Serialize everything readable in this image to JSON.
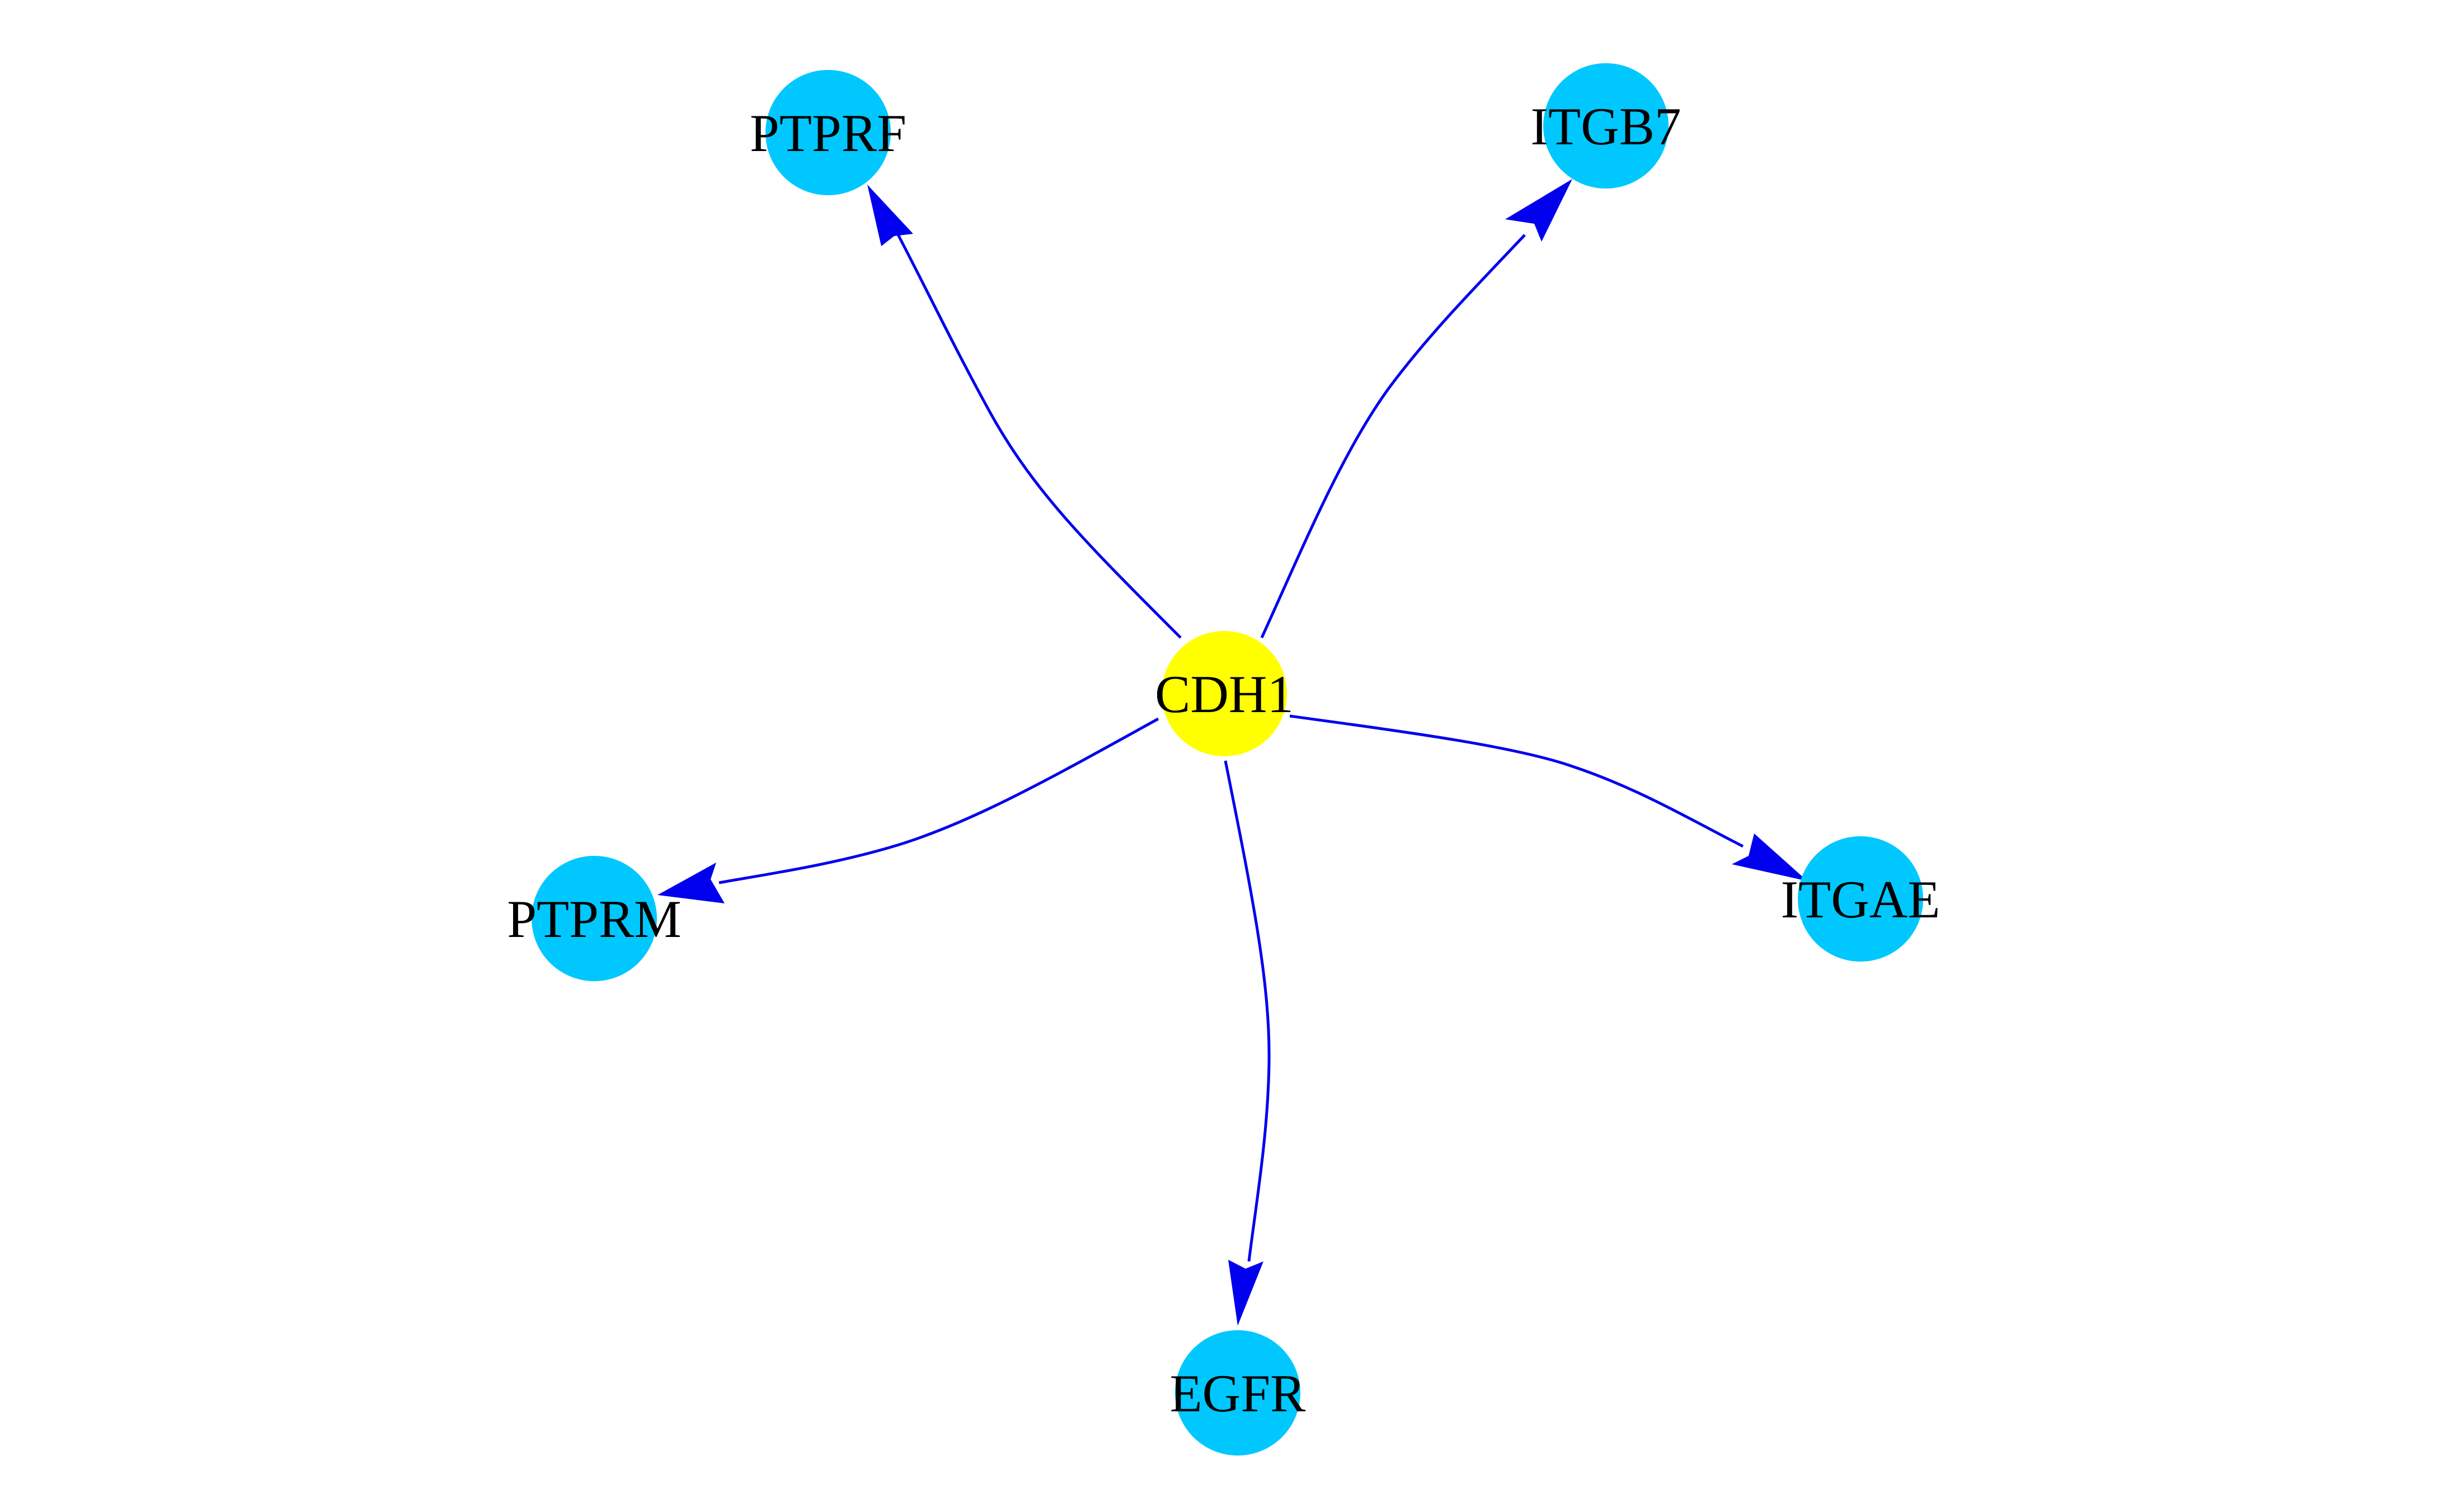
{
  "colors": {
    "background": "#ffffff",
    "edge": "#0000ee",
    "center_node": "#ffff00",
    "leaf_node": "#00c8ff",
    "label": "#000000"
  },
  "center": {
    "id": "CDH1",
    "label": "CDH1"
  },
  "nodes": [
    {
      "id": "PTPRF",
      "label": "PTPRF"
    },
    {
      "id": "ITGB7",
      "label": "ITGB7"
    },
    {
      "id": "PTPRM",
      "label": "PTPRM"
    },
    {
      "id": "ITGAE",
      "label": "ITGAE"
    },
    {
      "id": "EGFR",
      "label": "EGFR"
    }
  ],
  "edges": [
    {
      "from": "CDH1",
      "to": "PTPRF",
      "directed": true
    },
    {
      "from": "CDH1",
      "to": "ITGB7",
      "directed": true
    },
    {
      "from": "CDH1",
      "to": "PTPRM",
      "directed": true
    },
    {
      "from": "CDH1",
      "to": "ITGAE",
      "directed": true
    },
    {
      "from": "CDH1",
      "to": "EGFR",
      "directed": true
    }
  ]
}
